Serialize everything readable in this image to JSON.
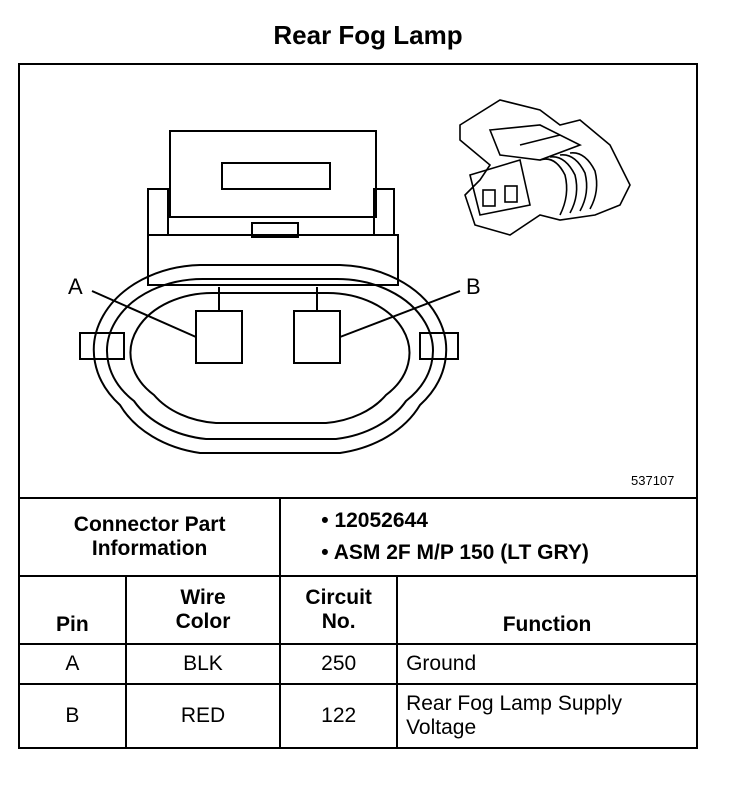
{
  "title": "Rear Fog Lamp",
  "figure_id": "537107",
  "pin_labels": {
    "a": "A",
    "b": "B"
  },
  "connector_info": {
    "header": [
      "Connector Part",
      "Information"
    ],
    "items": [
      "12052644",
      "ASM 2F M/P 150 (LT GRY)"
    ]
  },
  "table": {
    "headers": {
      "pin": "Pin",
      "wire_color": [
        "Wire",
        "Color"
      ],
      "circuit": [
        "Circuit",
        "No."
      ],
      "function": "Function"
    },
    "rows": [
      {
        "pin": "A",
        "wire_color": "BLK",
        "circuit": "250",
        "function": [
          "Ground"
        ]
      },
      {
        "pin": "B",
        "wire_color": "RED",
        "circuit": "122",
        "function": [
          "Rear Fog Lamp Supply",
          "Voltage"
        ]
      }
    ]
  }
}
